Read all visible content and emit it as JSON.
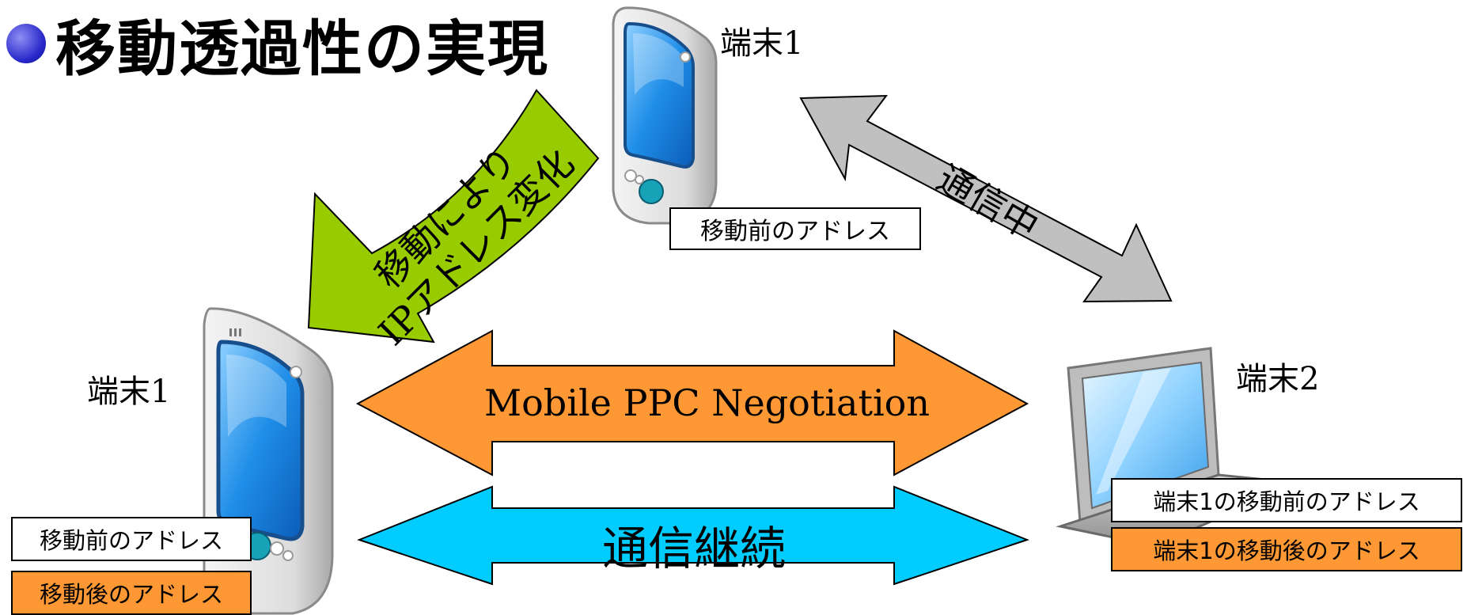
{
  "title": "移動透過性の実現",
  "terminal1_top_label": "端末1",
  "terminal1_left_label": "端末1",
  "terminal2_label": "端末2",
  "top_phone_address": "移動前のアドレス",
  "move_arrow_label_line1": "移動により",
  "move_arrow_label_line2": "IPアドレス変化",
  "communicating_label": "通信中",
  "negotiation_label": "Mobile PPC Negotiation",
  "continue_label": "通信継続",
  "left_phone_addresses": {
    "before": "移動前のアドレス",
    "after": "移動後のアドレス"
  },
  "terminal2_addresses": {
    "before": "端末1の移動前のアドレス",
    "after": "端末1の移動後のアドレス"
  },
  "colors": {
    "move_arrow": "#99cc00",
    "communicating_arrow": "#c0c0c0",
    "negotiation_arrow": "#fe9834",
    "continue_arrow": "#00ccff",
    "after_address": "#fe9834",
    "bullet": "#2626c9"
  }
}
